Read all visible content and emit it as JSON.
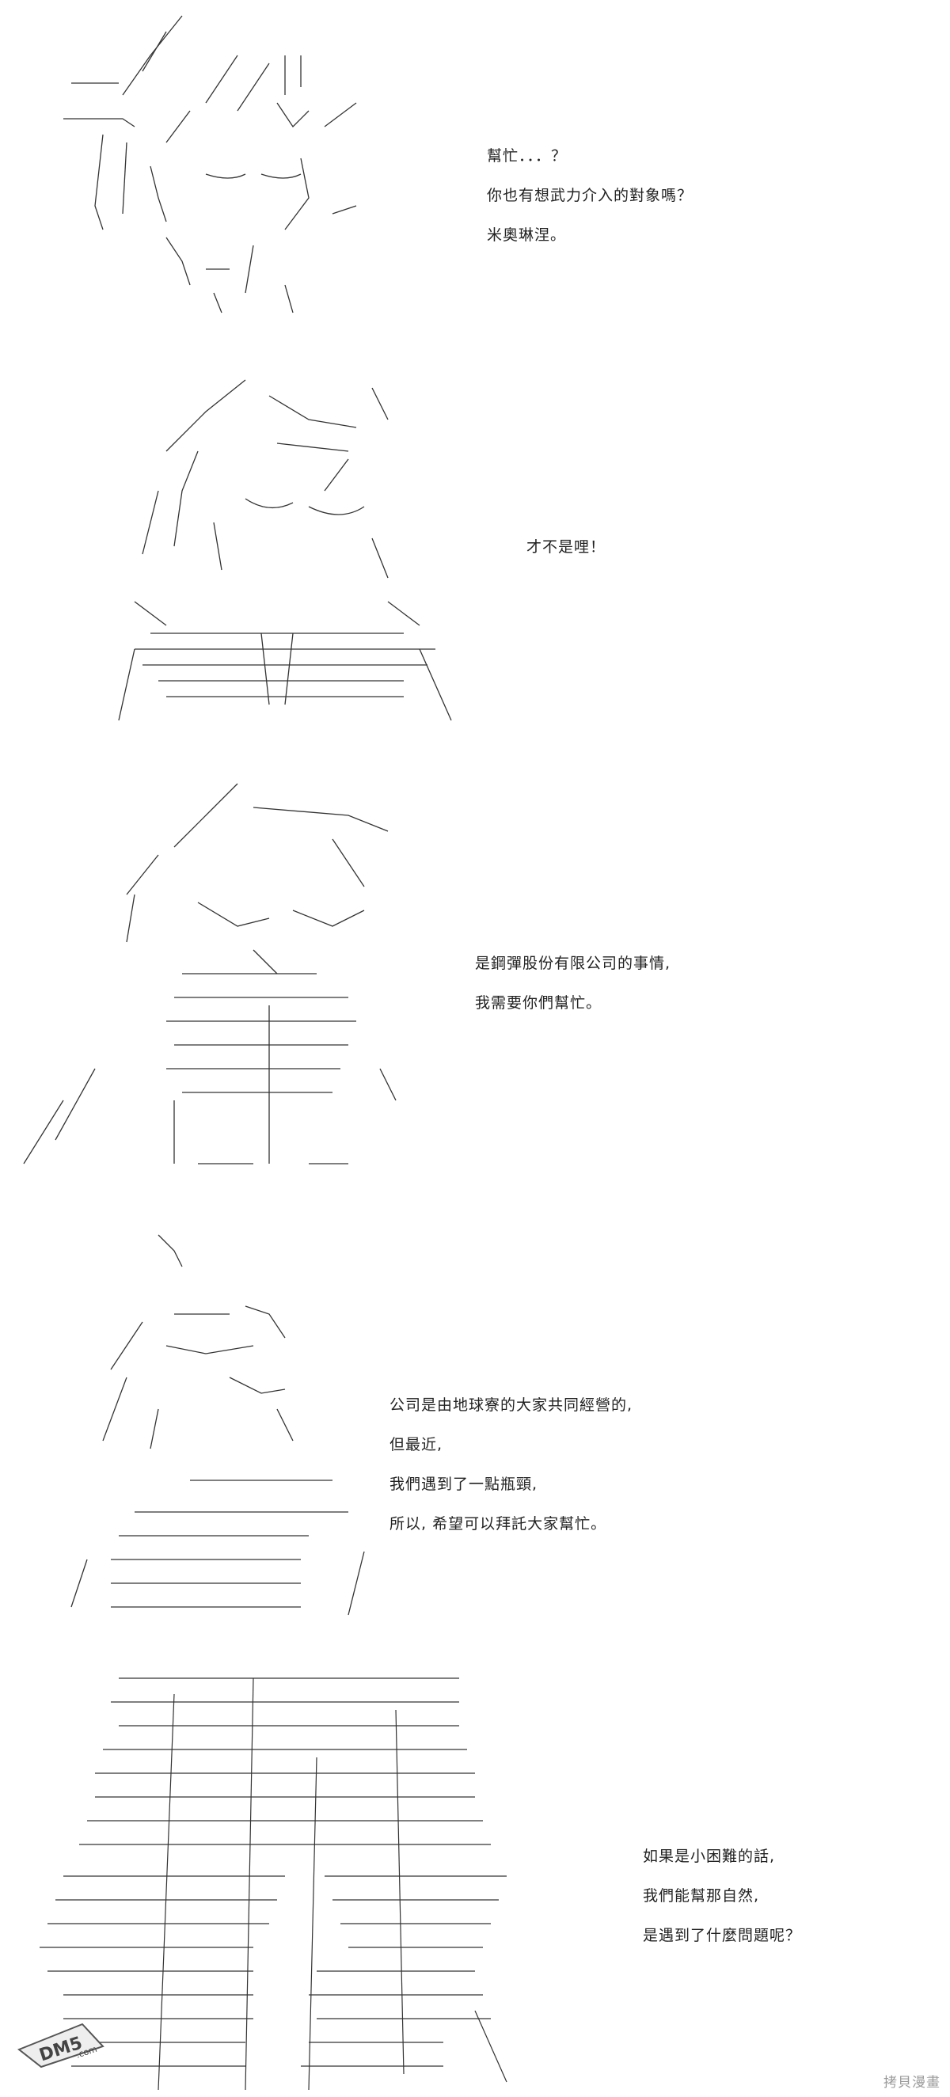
{
  "panels": [
    {
      "lines": [
        "幫忙．．．？",
        "你也有想武力介入的對象嗎？",
        "米奧琳涅。"
      ]
    },
    {
      "lines": [
        "才不是哩！"
      ]
    },
    {
      "lines": [
        "是鋼彈股份有限公司的事情,",
        "我需要你們幫忙。"
      ]
    },
    {
      "lines": [
        "公司是由地球寮的大家共同經營的,",
        "但最近,",
        "我們遇到了一點瓶頸,",
        "所以, 希望可以拜託大家幫忙。"
      ]
    },
    {
      "lines": [
        "如果是小困難的話,",
        "我們能幫那自然,",
        "是遇到了什麼問題呢？"
      ]
    }
  ],
  "logo": {
    "text": "DM5",
    "subtext": ".com"
  },
  "footer": {
    "watermark": "拷貝漫畫"
  },
  "colors": {
    "ink": "#222222",
    "logo_fill": "#eeeeee",
    "watermark": "#9a9a9a"
  }
}
